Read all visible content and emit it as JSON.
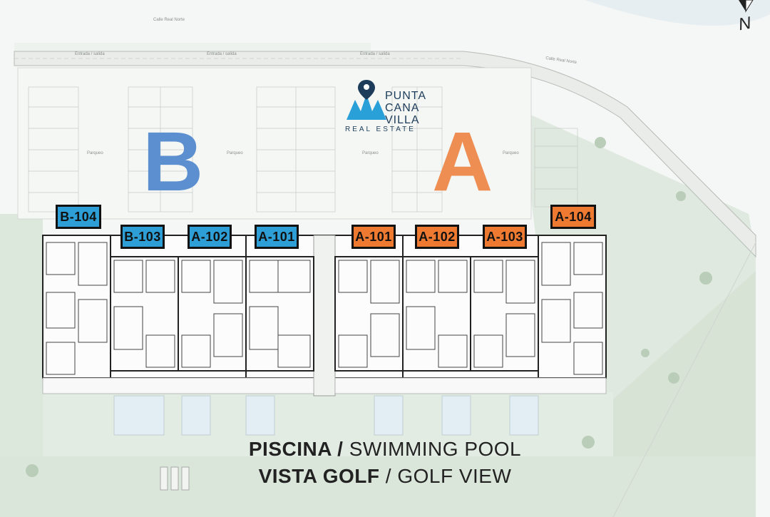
{
  "map": {
    "streets": [
      "Calle Real Norte",
      "Entrada / salida",
      "Parqueo"
    ],
    "north_label": "N",
    "block_letters": {
      "left": "B",
      "right": "A"
    },
    "logo": {
      "line1": "PUNTA",
      "line2": "CANA",
      "line3": "VILLA",
      "tagline": "REAL ESTATE"
    },
    "unit_tags_left": [
      "B-104",
      "B-103",
      "A-102",
      "A-101"
    ],
    "unit_tags_right": [
      "A-101",
      "A-102",
      "A-103",
      "A-104"
    ],
    "caption_pool_bold": "PISCINA /",
    "caption_pool_thin": " SWIMMING POOL",
    "caption_golf_bold": "VISTA GOLF",
    "caption_golf_thin": " / GOLF VIEW",
    "colors": {
      "block_b": "#5b8fd0",
      "block_a": "#ee8e52",
      "tag_b": "#2d9fd6",
      "tag_a": "#ee7a32",
      "green": "#e2ece3"
    }
  }
}
